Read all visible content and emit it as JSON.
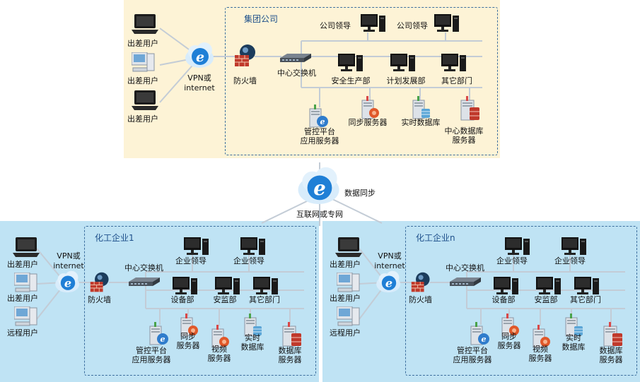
{
  "group": {
    "title": "集团公司",
    "travel_user": "出差用户",
    "vpn_line1": "VPN或",
    "vpn_line2": "internet",
    "firewall": "防火墙",
    "core_switch": "中心交换机",
    "leader": "公司领导",
    "dept_safety": "安全生产部",
    "dept_plan": "计划发展部",
    "dept_other": "其它部门",
    "srv_mgmt_1": "管控平台",
    "srv_mgmt_2": "应用服务器",
    "srv_sync": "同步服务器",
    "srv_realtime": "实时数据库",
    "srv_center_1": "中心数据库",
    "srv_center_2": "服务器"
  },
  "internet": {
    "label": "互联网或专网",
    "sync": "数据同步"
  },
  "enterprises": [
    {
      "title": "化工企业1",
      "travel_user": "出差用户",
      "remote_user": "远程用户",
      "vpn_line1": "VPN或",
      "vpn_line2": "internet",
      "firewall": "防火墙",
      "core_switch": "中心交换机",
      "leader": "企业领导",
      "dept_equip": "设备部",
      "dept_safety": "安监部",
      "dept_other": "其它部门",
      "srv_mgmt_1": "管控平台",
      "srv_mgmt_2": "应用服务器",
      "srv_sync_1": "同步",
      "srv_sync_2": "服务器",
      "srv_video_1": "视频",
      "srv_video_2": "服务器",
      "srv_rt_1": "实时",
      "srv_rt_2": "数据库",
      "srv_db_1": "数据库",
      "srv_db_2": "服务器"
    },
    {
      "title": "化工企业n",
      "travel_user": "出差用户",
      "remote_user": "远程用户",
      "vpn_line1": "VPN或",
      "vpn_line2": "internet",
      "firewall": "防火墙",
      "core_switch": "中心交换机",
      "leader": "企业领导",
      "dept_equip": "设备部",
      "dept_safety": "安监部",
      "dept_other": "其它部门",
      "srv_mgmt_1": "管控平台",
      "srv_mgmt_2": "应用服务器",
      "srv_sync_1": "同步",
      "srv_sync_2": "服务器",
      "srv_video_1": "视频",
      "srv_video_2": "服务器",
      "srv_rt_1": "实时",
      "srv_rt_2": "数据库",
      "srv_db_1": "数据库",
      "srv_db_2": "服务器"
    }
  ],
  "colors": {
    "group_bg": "#fdf3d6",
    "enterprise_bg": "#bfe3f4",
    "dash_border": "#3d6f9e",
    "title_text": "#1d4f8a",
    "wire": "#b9c6d2"
  }
}
